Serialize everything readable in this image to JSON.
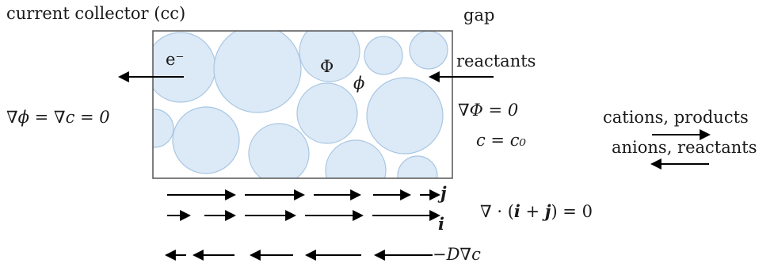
{
  "labels": {
    "current_collector": "current collector (cc)",
    "gap": "gap",
    "electron": "e⁻",
    "solid_potential": "Φ",
    "liquid_potential": "ϕ",
    "reactants_in": "reactants",
    "cc_boundary_condition": "∇ϕ = ∇c = 0",
    "gap_condition_potential": "∇Φ = 0",
    "gap_condition_concentration": "c = c₀",
    "cations_products": "cations, products",
    "anions_reactants": "anions, reactants",
    "flux_j": "j",
    "flux_i": "i",
    "conservation": "∇ · (i + j) = 0",
    "diffusion": "−D∇c"
  },
  "colors": {
    "particle_fill": "#dce9f6",
    "particle_stroke": "#a8c6e3",
    "box_stroke": "#555555",
    "arrow": "#000000"
  }
}
